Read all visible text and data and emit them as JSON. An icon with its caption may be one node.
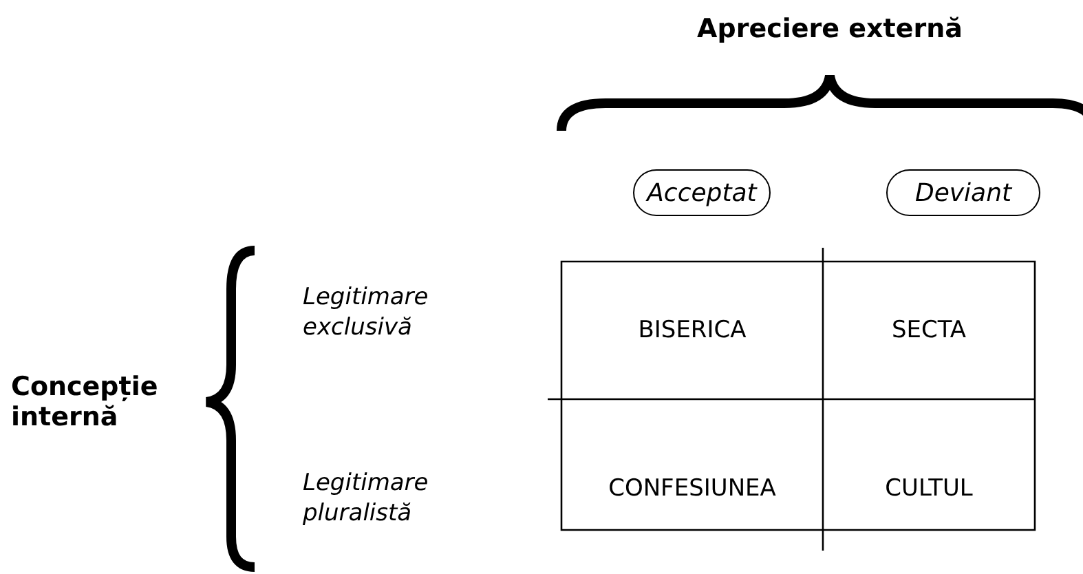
{
  "diagram": {
    "nodes": [
      {
        "text": [
          "Acceptat"
        ]
      },
      {
        "text": [
          "Deviant"
        ]
      }
    ],
    "labels": [
      "Apreciere externă",
      "Legitimare exclusivă",
      "BISERICA",
      "SECTA",
      "Concepție internă",
      "Legitimare pluralistă",
      "CONFESIUNEA",
      "CULTUL"
    ]
  }
}
